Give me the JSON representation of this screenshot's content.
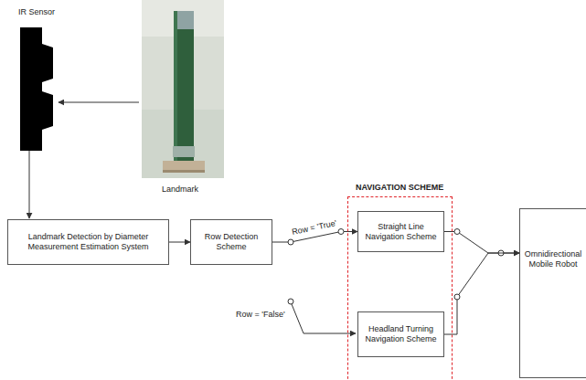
{
  "diagram": {
    "nodes": [
      {
        "text": [
          "Landmark Detection by Diameter Measurement Estimation System"
        ]
      },
      {
        "text": [
          "Row Detection Scheme"
        ]
      },
      {
        "text": [
          "NAVIGATION SCHEME"
        ]
      },
      {
        "text": [
          "Straight Line Navigation Scheme"
        ],
        "in": 2
      },
      {
        "text": [
          "Headland Turning Navigation Scheme"
        ],
        "in": 2
      },
      {
        "text": [
          "Omnidirectional Mobile Robot"
        ]
      }
    ],
    "edges": [
      {
        "from": 0,
        "to": 1,
        "arrow": "to"
      },
      {
        "from": 1,
        "to": 3,
        "arrow": "to",
        "label": "Row = 'True'"
      },
      {
        "from": 3,
        "to": 5,
        "arrow": "to"
      },
      {
        "from": 4,
        "to": 5,
        "arrow": "to"
      }
    ],
    "labels": [
      "IR Sensor",
      "Landmark",
      "Row = 'False'"
    ]
  }
}
